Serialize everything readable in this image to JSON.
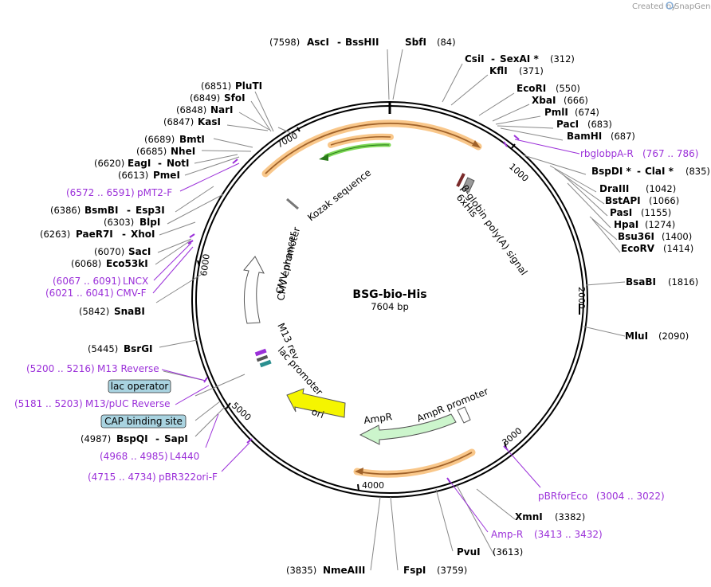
{
  "credit": {
    "prefix": "Created by",
    "brand": "SnapGene"
  },
  "plasmid": {
    "name": "BSG-bio-His",
    "size": "7604 bp"
  },
  "ticks": [
    "1000",
    "2000",
    "3000",
    "4000",
    "5000",
    "6000",
    "7000"
  ],
  "enzymes_left": [
    {
      "pos": "(7598)",
      "name": "AscI",
      "sep": "-",
      "name2": "BssHII"
    },
    {
      "pos": "(6851)",
      "name": "PluTI"
    },
    {
      "pos": "(6849)",
      "name": "SfoI"
    },
    {
      "pos": "(6848)",
      "name": "NarI"
    },
    {
      "pos": "(6847)",
      "name": "KasI"
    },
    {
      "pos": "(6689)",
      "name": "BmtI"
    },
    {
      "pos": "(6685)",
      "name": "NheI"
    },
    {
      "pos": "(6620)",
      "name": "EagI",
      "sep": "-",
      "name2": "NotI"
    },
    {
      "pos": "(6613)",
      "name": "PmeI"
    },
    {
      "pos": "(6386)",
      "name": "BsmBI",
      "sep": "-",
      "name2": "Esp3I"
    },
    {
      "pos": "(6303)",
      "name": "BlpI"
    },
    {
      "pos": "(6263)",
      "name": "PaeR7I",
      "sep": "-",
      "name2": "XhoI"
    },
    {
      "pos": "(6070)",
      "name": "SacI"
    },
    {
      "pos": "(6068)",
      "name": "Eco53kI"
    },
    {
      "pos": "(5842)",
      "name": "SnaBI"
    },
    {
      "pos": "(5445)",
      "name": "BsrGI"
    },
    {
      "pos": "(4987)",
      "name": "BspQI",
      "sep": "-",
      "name2": "SapI"
    },
    {
      "pos": "(3835)",
      "name": "NmeAIII"
    }
  ],
  "enzymes_right": [
    {
      "name": "SbfI",
      "pos": "(84)"
    },
    {
      "name": "CsiI",
      "sep": "-",
      "name2": "SexAI *",
      "pos": "(312)"
    },
    {
      "name": "KflI",
      "pos": "(371)"
    },
    {
      "name": "EcoRI",
      "pos": "(550)"
    },
    {
      "name": "XbaI",
      "pos": "(666)"
    },
    {
      "name": "PmlI",
      "pos": "(674)"
    },
    {
      "name": "PacI",
      "pos": "(683)"
    },
    {
      "name": "BamHI",
      "pos": "(687)"
    },
    {
      "name": "BspDI *",
      "sep": "-",
      "name2": "ClaI *",
      "pos": "(835)"
    },
    {
      "name": "DraIII",
      "pos": "(1042)"
    },
    {
      "name": "BstAPI",
      "pos": "(1066)"
    },
    {
      "name": "PasI",
      "pos": "(1155)"
    },
    {
      "name": "HpaI",
      "pos": "(1274)"
    },
    {
      "name": "Bsu36I",
      "pos": "(1400)"
    },
    {
      "name": "EcoRV",
      "pos": "(1414)"
    },
    {
      "name": "BsaBI",
      "pos": "(1816)"
    },
    {
      "name": "MluI",
      "pos": "(2090)"
    },
    {
      "name": "XmnI",
      "pos": "(3382)"
    },
    {
      "name": "PvuI",
      "pos": "(3613)"
    },
    {
      "name": "FspI",
      "pos": "(3759)"
    }
  ],
  "primers": [
    {
      "range": "(6572 .. 6591)",
      "name": "pMT2-F"
    },
    {
      "range": "(6067 .. 6091)",
      "name": "LNCX"
    },
    {
      "range": "(6021 .. 6041)",
      "name": "CMV-F"
    },
    {
      "range": "(5200 .. 5216)",
      "name": "M13 Reverse"
    },
    {
      "range": "(5181 .. 5203)",
      "name": "M13/pUC Reverse"
    },
    {
      "range": "(4968 .. 4985)",
      "name": "L4440"
    },
    {
      "range": "(4715 .. 4734)",
      "name": "pBR322ori-F"
    },
    {
      "name": "rbglobpA-R",
      "range": "(767 .. 786)"
    },
    {
      "name": "pBRforEco",
      "range": "(3004 .. 3022)"
    },
    {
      "name": "Amp-R",
      "range": "(3413 .. 3432)"
    }
  ],
  "boxed_labels": [
    "lac operator",
    "CAP binding site"
  ],
  "features": {
    "kozak": "Kozak sequence",
    "sixhis": "6xHis",
    "globin": "β-globin poly(A) signal",
    "cmv_promoter": "CMV promoter",
    "cmv_enhancer": "CMV enhancer",
    "m13_rev": "M13 rev",
    "lac_promoter": "lac promoter",
    "ori": "ori",
    "ampr": "AmpR",
    "ampr_promoter": "AmpR promoter"
  },
  "colors": {
    "primer": "#9b30d9",
    "orf_fill": "#f9c78a",
    "orf_line": "#a0622a",
    "green_arrow": "#7ed957",
    "ori": "#f5f500",
    "ampr": "#ccf5cc",
    "boxed": "#a9d3e0"
  }
}
